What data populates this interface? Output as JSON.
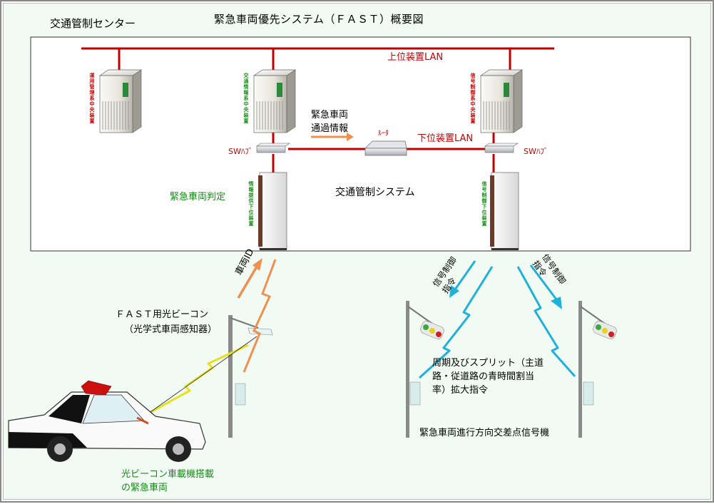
{
  "header": {
    "center_label": "交通管制センター",
    "title": "緊急車両優先システム（ＦＡＳＴ）概要図"
  },
  "network": {
    "upper_lan": "上位装置LAN",
    "lower_lan": "下位装置LAN",
    "router": "ﾙｰﾀ",
    "sw_hub_left": "SWﾊﾌﾞ",
    "sw_hub_right": "SWﾊﾌﾞ",
    "system_label": "交通管制システム",
    "flow_label": "緊急車両\n通過情報"
  },
  "servers": {
    "operations": "運用管理系中央装置",
    "traffic_info": "交通情報系中央装置",
    "signal_control": "信号制御系中央装置",
    "info_lower": "情報提供下位装置",
    "signal_lower": "信号制御下位装置"
  },
  "judgement_label": "緊急車両判定",
  "beacon": {
    "title": "ＦＡＳＴ用光ビーコン",
    "subtitle": "（光学式車両感知器）",
    "vehicle_id": "車両ID"
  },
  "signal_command_left": "信号制御\n指令",
  "signal_command_right": "信号制御\n指令",
  "extension_command": "周期及びスプリット（主道\n路・従道路の青時間割当\n率）拡大指令",
  "signal_label": "緊急車両進行方向交差点信号機",
  "vehicle_label": "光ビーコン車載機搭載\nの緊急車両",
  "colors": {
    "lan": "#c00000",
    "green_text": "#1a8a1a",
    "arrow_orange": "#f09050",
    "lightning_cyan": "#20b0d8",
    "lightning_yellow": "#e8e020"
  }
}
